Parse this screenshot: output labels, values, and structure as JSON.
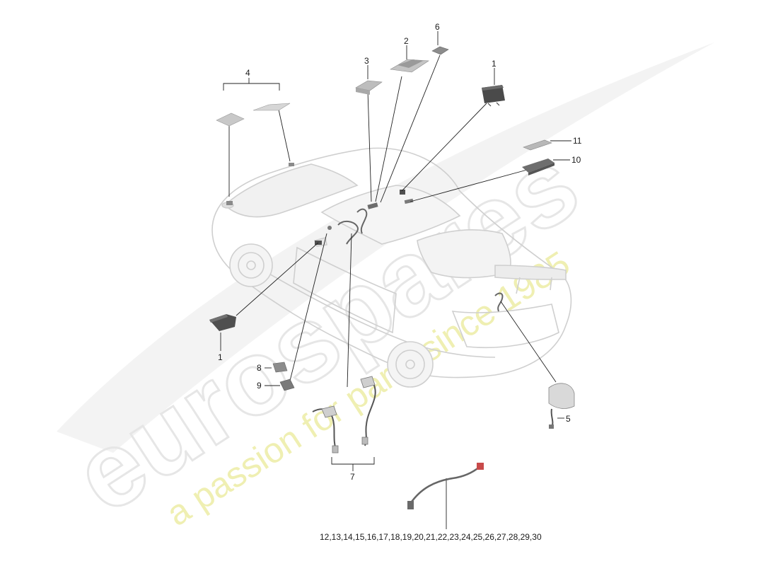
{
  "callouts": {
    "c1_top": "1",
    "c1_left": "1",
    "c2": "2",
    "c3": "3",
    "c4": "4",
    "c5": "5",
    "c6": "6",
    "c7": "7",
    "c8": "8",
    "c9": "9",
    "c10": "10",
    "c11": "11",
    "c12_30": "12,13,14,15,16,17,18,19,20,21,22,23,24,25,26,27,28,29,30"
  },
  "watermark": {
    "brand": "eurospares",
    "tagline": "a passion for parts since 1985"
  },
  "colors": {
    "line": "#222222",
    "car_outline": "#d0d0d0",
    "part_dark": "#555555",
    "part_light": "#cfcfcf",
    "watermark_brand": "#e6e6e6",
    "watermark_tagline": "#ecec9a"
  }
}
